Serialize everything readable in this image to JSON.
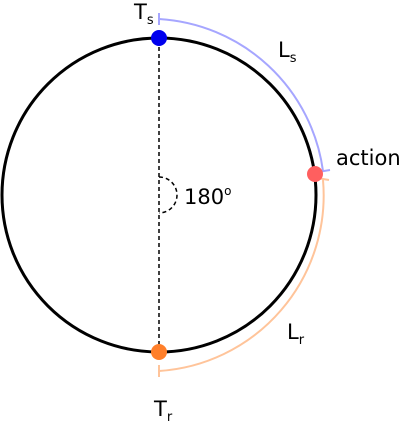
{
  "labels": {
    "top_node": {
      "main": "T",
      "sub": "s"
    },
    "bottom_node": {
      "main": "T",
      "sub": "r"
    },
    "send_arc": {
      "main": "L",
      "sub": "s"
    },
    "return_arc": {
      "main": "L",
      "sub": "r"
    },
    "action": "action",
    "angle": {
      "main": "180",
      "sup": "o"
    }
  },
  "colors": {
    "circle": "#000000",
    "top_node": "#0000ee",
    "bottom_node": "#ff7f2a",
    "action_node": "#ff5f5f",
    "send_arc": "#a6a6ff",
    "return_arc": "#ffc49a"
  }
}
